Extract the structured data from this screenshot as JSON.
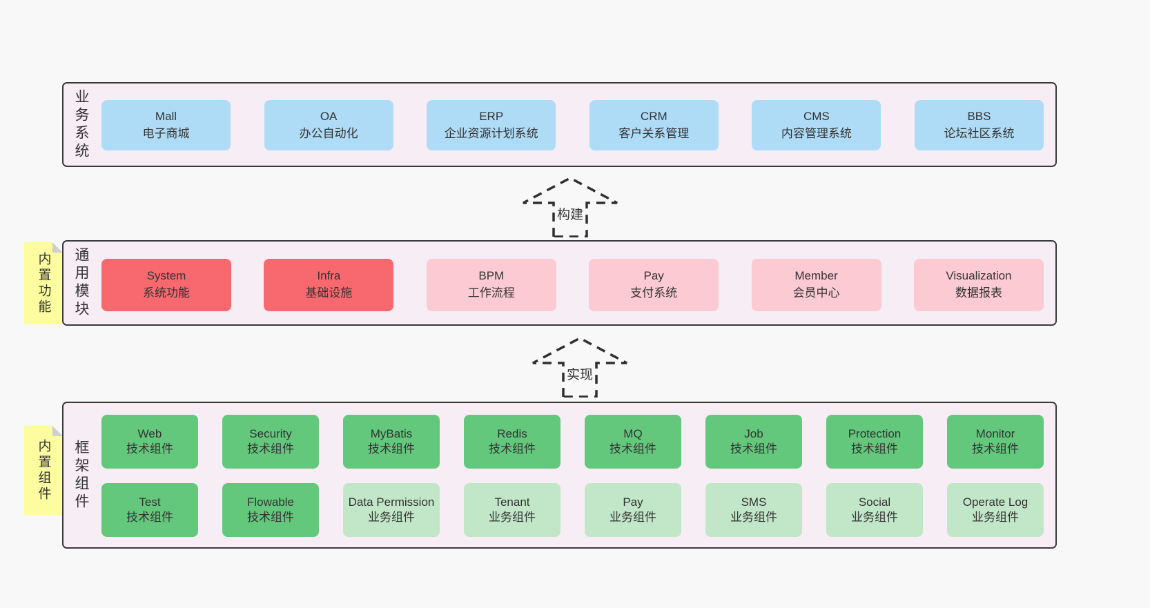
{
  "colors": {
    "page_bg": "#f8f8f8",
    "panel_bg": "#f7edf5",
    "panel_border": "#3a3a3a",
    "blue": "#aedcf7",
    "red": "#f7696f",
    "pink": "#fccad3",
    "green": "#63c77c",
    "green_light": "#c1e7c8",
    "tab_yellow": "#fdfc9e",
    "text": "#333333"
  },
  "arrows": {
    "build": "构建",
    "implement": "实现"
  },
  "layers": {
    "business": {
      "label": "业务系统",
      "boxes": [
        {
          "title": "Mall",
          "subtitle": "电子商城"
        },
        {
          "title": "OA",
          "subtitle": "办公自动化"
        },
        {
          "title": "ERP",
          "subtitle": "企业资源计划系统"
        },
        {
          "title": "CRM",
          "subtitle": "客户关系管理"
        },
        {
          "title": "CMS",
          "subtitle": "内容管理系统"
        },
        {
          "title": "BBS",
          "subtitle": "论坛社区系统"
        }
      ]
    },
    "modules": {
      "label": "通用模块",
      "tab": "内置功能",
      "boxes": [
        {
          "title": "System",
          "subtitle": "系统功能"
        },
        {
          "title": "Infra",
          "subtitle": "基础设施"
        },
        {
          "title": "BPM",
          "subtitle": "工作流程"
        },
        {
          "title": "Pay",
          "subtitle": "支付系统"
        },
        {
          "title": "Member",
          "subtitle": "会员中心"
        },
        {
          "title": "Visualization",
          "subtitle": "数据报表"
        }
      ]
    },
    "components": {
      "label": "框架组件",
      "tab": "内置组件",
      "row1": [
        {
          "title": "Web",
          "subtitle": "技术组件"
        },
        {
          "title": "Security",
          "subtitle": "技术组件"
        },
        {
          "title": "MyBatis",
          "subtitle": "技术组件"
        },
        {
          "title": "Redis",
          "subtitle": "技术组件"
        },
        {
          "title": "MQ",
          "subtitle": "技术组件"
        },
        {
          "title": "Job",
          "subtitle": "技术组件"
        },
        {
          "title": "Protection",
          "subtitle": "技术组件"
        },
        {
          "title": "Monitor",
          "subtitle": "技术组件"
        }
      ],
      "row2": [
        {
          "title": "Test",
          "subtitle": "技术组件"
        },
        {
          "title": "Flowable",
          "subtitle": "技术组件"
        },
        {
          "title": "Data Permission",
          "subtitle": "业务组件"
        },
        {
          "title": "Tenant",
          "subtitle": "业务组件"
        },
        {
          "title": "Pay",
          "subtitle": "业务组件"
        },
        {
          "title": "SMS",
          "subtitle": "业务组件"
        },
        {
          "title": "Social",
          "subtitle": "业务组件"
        },
        {
          "title": "Operate Log",
          "subtitle": "业务组件"
        }
      ]
    }
  }
}
